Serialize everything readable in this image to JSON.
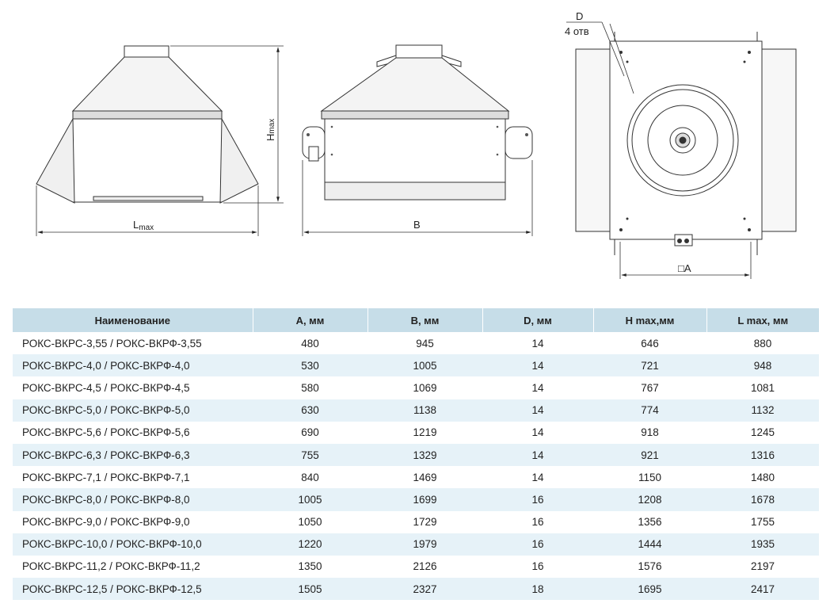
{
  "drawing_labels": {
    "l_max": "L",
    "l_max_sub": "max",
    "h_max": "H",
    "h_max_sub": "max",
    "b": "B",
    "d": "D",
    "holes": "4 отв",
    "a": "□A"
  },
  "table": {
    "headers": [
      "Наименование",
      "A, мм",
      "B, мм",
      "D, мм",
      "H max,мм",
      "L max, мм"
    ],
    "rows": [
      [
        "РОКС-ВКРС-3,55 / РОКС-ВКРФ-3,55",
        "480",
        "945",
        "14",
        "646",
        "880"
      ],
      [
        "РОКС-ВКРС-4,0 / РОКС-ВКРФ-4,0",
        "530",
        "1005",
        "14",
        "721",
        "948"
      ],
      [
        "РОКС-ВКРС-4,5 / РОКС-ВКРФ-4,5",
        "580",
        "1069",
        "14",
        "767",
        "1081"
      ],
      [
        "РОКС-ВКРС-5,0 / РОКС-ВКРФ-5,0",
        "630",
        "1138",
        "14",
        "774",
        "1132"
      ],
      [
        "РОКС-ВКРС-5,6 / РОКС-ВКРФ-5,6",
        "690",
        "1219",
        "14",
        "918",
        "1245"
      ],
      [
        "РОКС-ВКРС-6,3 / РОКС-ВКРФ-6,3",
        "755",
        "1329",
        "14",
        "921",
        "1316"
      ],
      [
        "РОКС-ВКРС-7,1 / РОКС-ВКРФ-7,1",
        "840",
        "1469",
        "14",
        "1150",
        "1480"
      ],
      [
        "РОКС-ВКРС-8,0 / РОКС-ВКРФ-8,0",
        "1005",
        "1699",
        "16",
        "1208",
        "1678"
      ],
      [
        "РОКС-ВКРС-9,0 / РОКС-ВКРФ-9,0",
        "1050",
        "1729",
        "16",
        "1356",
        "1755"
      ],
      [
        "РОКС-ВКРС-10,0 / РОКС-ВКРФ-10,0",
        "1220",
        "1979",
        "16",
        "1444",
        "1935"
      ],
      [
        "РОКС-ВКРС-11,2 / РОКС-ВКРФ-11,2",
        "1350",
        "2126",
        "16",
        "1576",
        "2197"
      ],
      [
        "РОКС-ВКРС-12,5 / РОКС-ВКРФ-12,5",
        "1505",
        "2327",
        "18",
        "1695",
        "2417"
      ]
    ]
  }
}
